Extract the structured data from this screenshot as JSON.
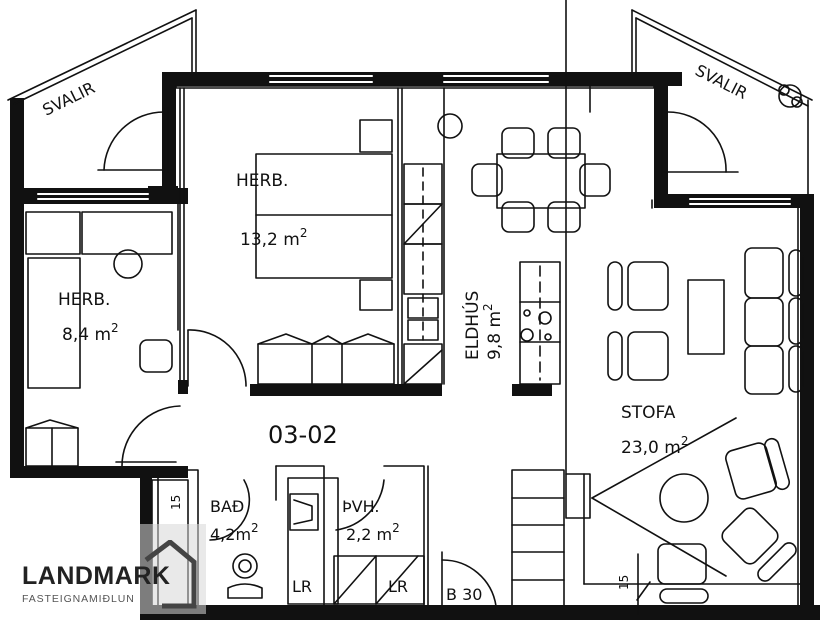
{
  "plan": {
    "unit_number": "03-02",
    "rooms": [
      {
        "id": "herb_large",
        "name": "HERB.",
        "area": "13,2 m",
        "sup": "2"
      },
      {
        "id": "herb_small",
        "name": "HERB.",
        "area": "8,4 m",
        "sup": "2"
      },
      {
        "id": "eldhus",
        "name": "ELDHÚS",
        "area": "9,8 m",
        "sup": "2"
      },
      {
        "id": "stofa",
        "name": "STOFA",
        "area": "23,0 m",
        "sup": "2"
      },
      {
        "id": "bad",
        "name": "BAÐ",
        "area": "4,2m",
        "sup": "2"
      },
      {
        "id": "pvh",
        "name": "ÞVH.",
        "area": "2,2 m",
        "sup": "2"
      }
    ],
    "balconies": [
      {
        "id": "svalir_left",
        "name": "SVALIR"
      },
      {
        "id": "svalir_right",
        "name": "SVALIR"
      }
    ],
    "annotations": {
      "lr_bath": "LR",
      "lr_laundry": "LR",
      "door_rating": "B 30",
      "dim_15_left": "15",
      "dim_15_right": "15"
    }
  },
  "logo": {
    "brand": "LANDMARK",
    "tagline": "FASTEIGNAMIÐLUN",
    "color": "#222222"
  }
}
